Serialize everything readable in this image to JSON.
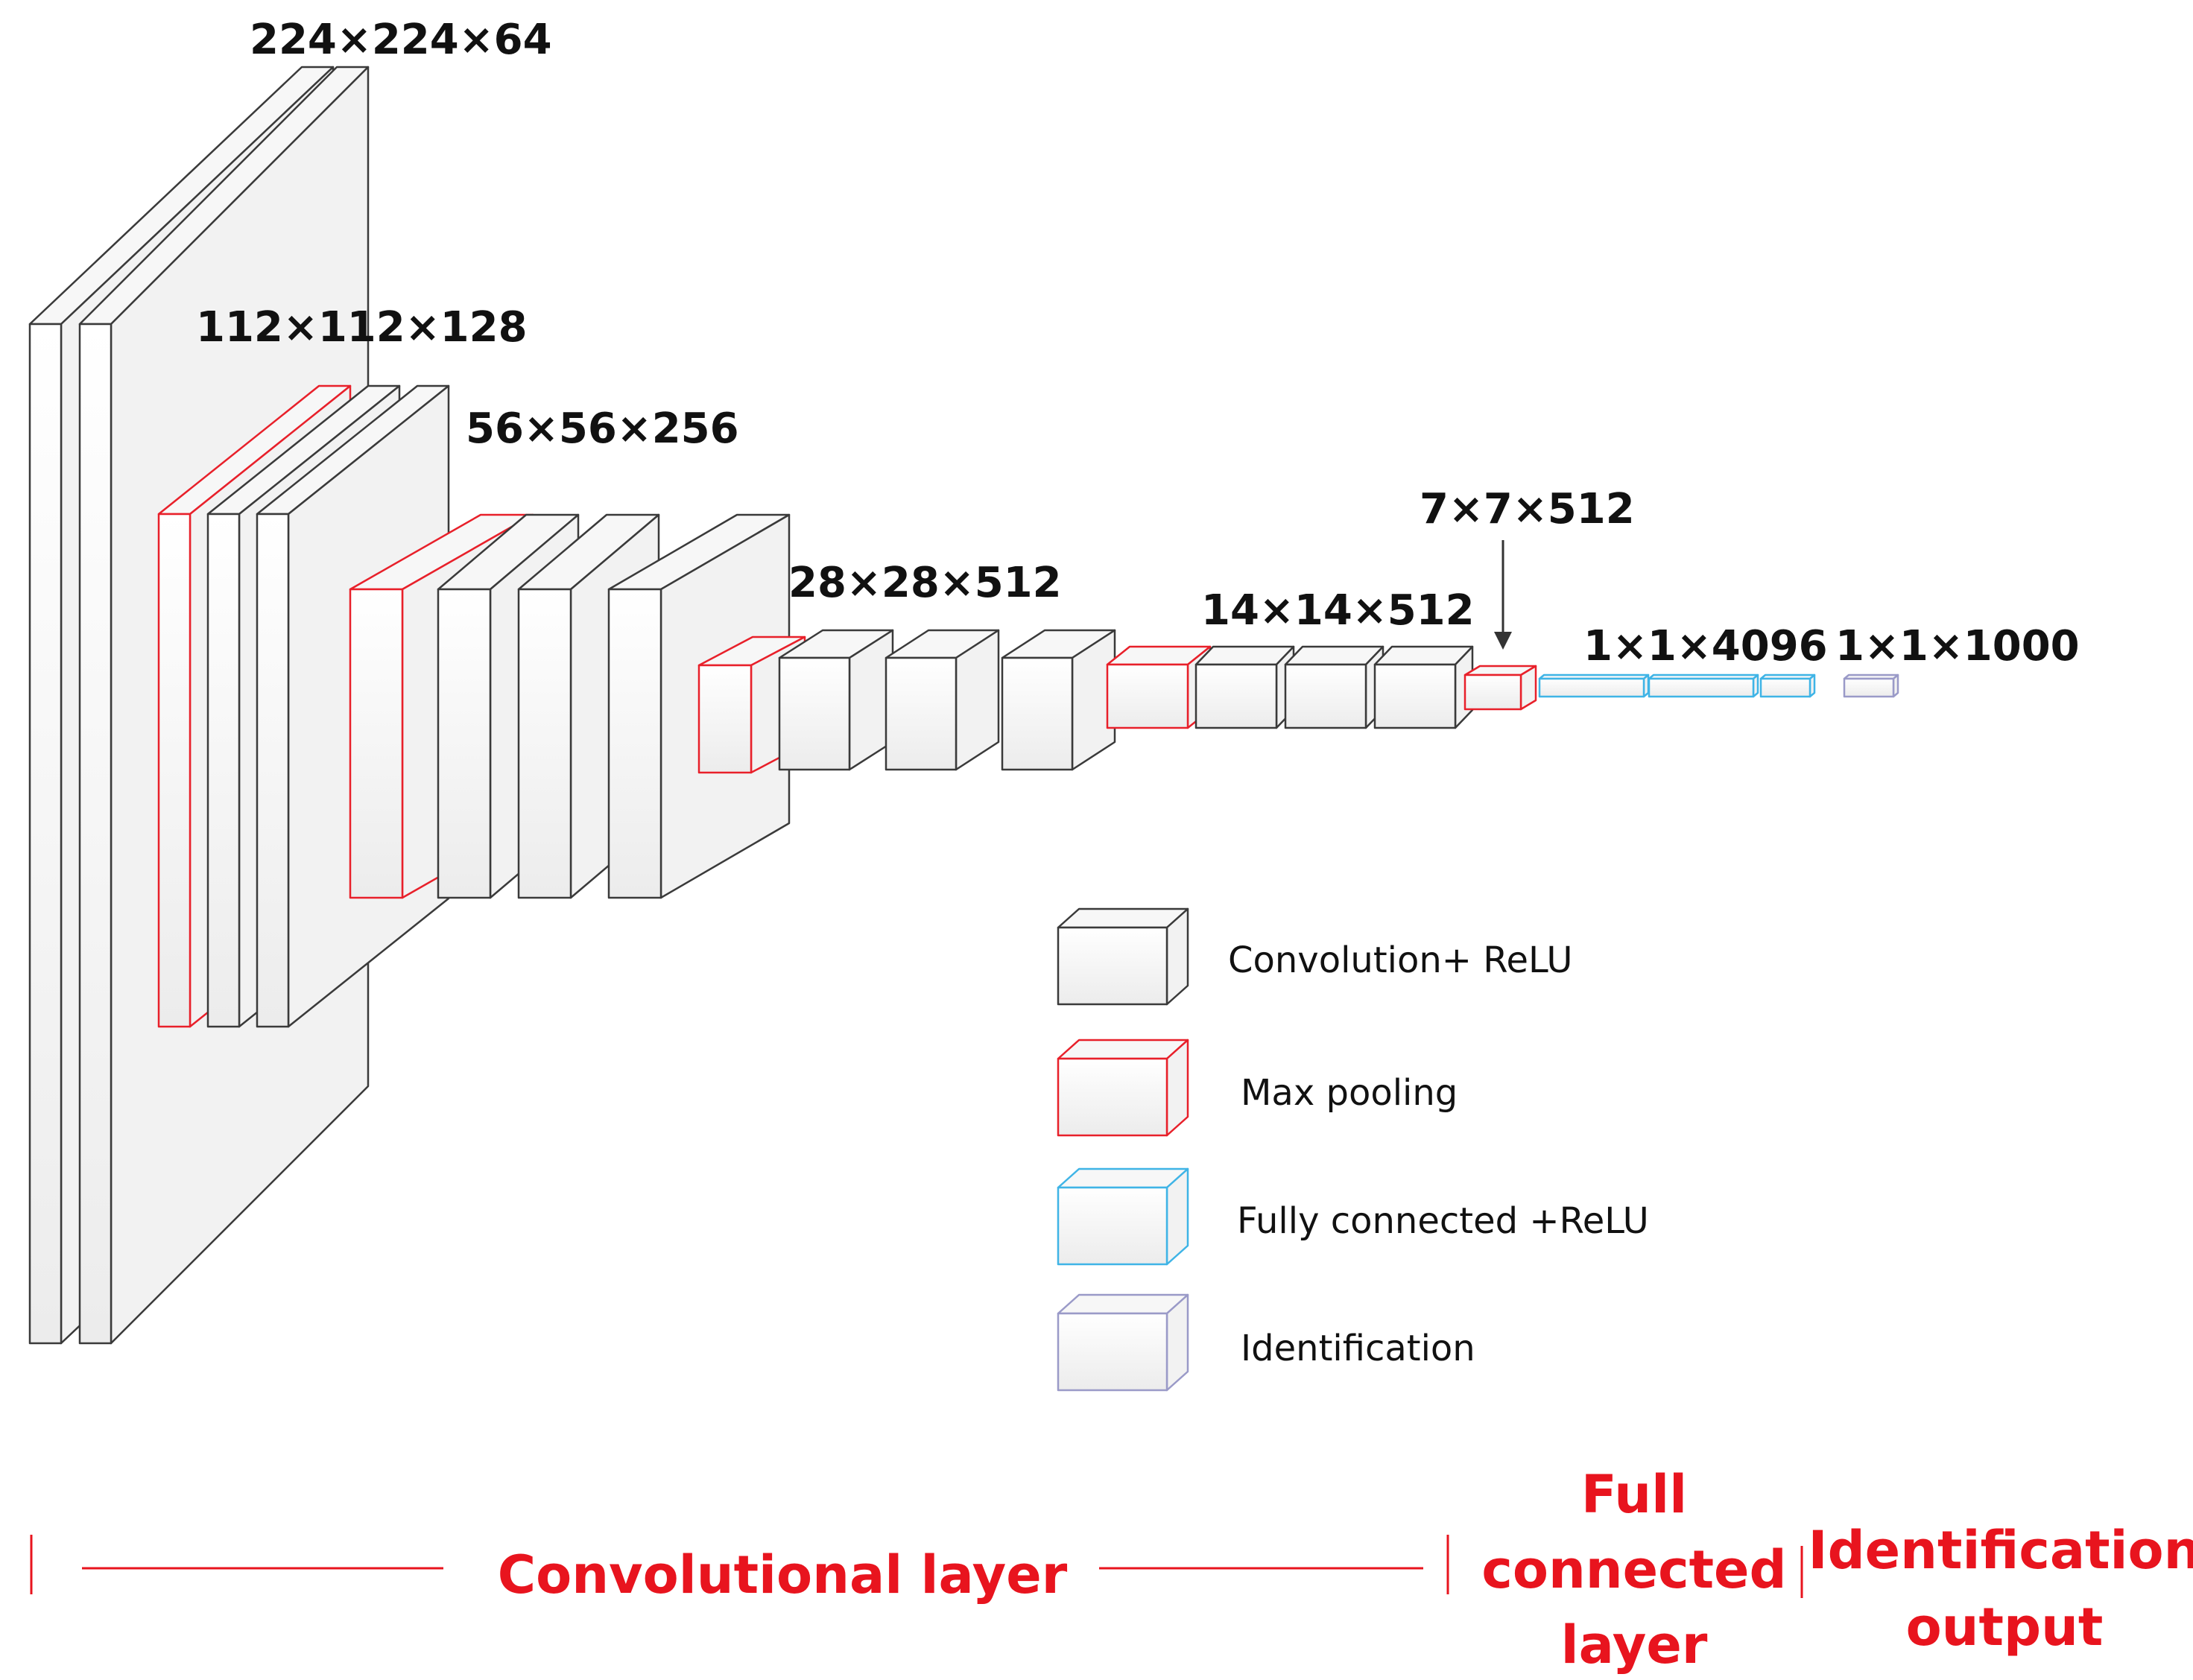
{
  "colors": {
    "conv": "#3a3a3a",
    "pool": "#e8202a",
    "fc": "#3fb4e6",
    "ident": "#9a9ac8",
    "section": "#e8141e",
    "face_top": "#ffffff",
    "face_bottom": "#ececec"
  },
  "stage_labels": {
    "s224": "224×224×64",
    "s112": "112×112×128",
    "s56": "56×56×256",
    "s28": "28×28×512",
    "s14": "14×14×512",
    "s7": "7×7×512",
    "fc": "1×1×4096",
    "out": "1×1×1000"
  },
  "legend": {
    "conv": "Convolution+ ReLU",
    "pool": "Max pooling",
    "fc": "Fully connected +ReLU",
    "ident": "Identification"
  },
  "sections": {
    "conv": "Convolutional layer",
    "fc_line1": "Full",
    "fc_line2": "connected",
    "fc_line3": "layer",
    "out_line1": "Identification",
    "out_line2": "output"
  }
}
